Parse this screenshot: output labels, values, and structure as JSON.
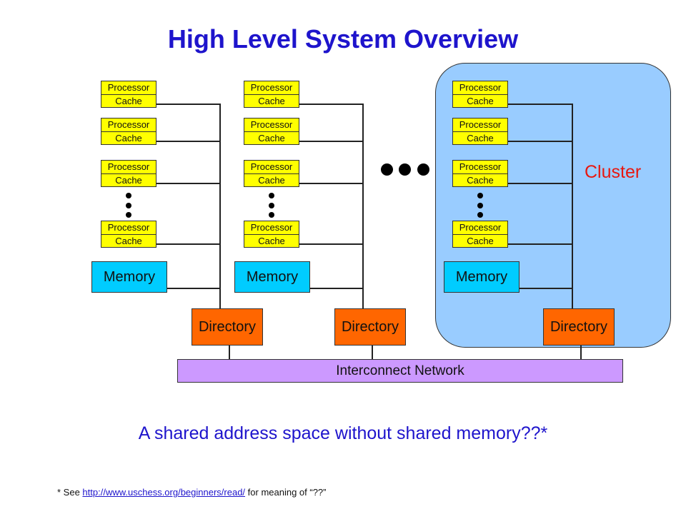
{
  "title": "High Level System Overview",
  "cluster_label": "Cluster",
  "node": {
    "processor_label": "Processor",
    "cache_label": "Cache",
    "memory_label": "Memory",
    "directory_label": "Directory"
  },
  "network_label": "Interconnect Network",
  "caption": "A shared address space without shared memory??*",
  "footnote": {
    "prefix": "* See ",
    "link": "http://www.uschess.org/beginners/read/",
    "suffix": " for meaning of “??”"
  },
  "colors": {
    "title": "#1e14cc",
    "cluster": "#99ccff",
    "processor_cache": "#ffff00",
    "memory": "#00ccff",
    "directory": "#ff6600",
    "network": "#cc99ff",
    "cluster_label": "#e8170f"
  }
}
